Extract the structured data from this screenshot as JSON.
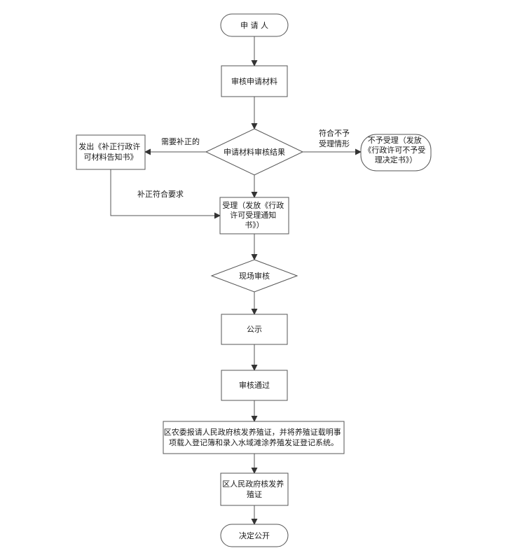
{
  "diagram": {
    "nodes": {
      "applicant": "申 请 人",
      "review_materials": "审核申请材料",
      "review_result": "申请材料审核结果",
      "supplement_notice": [
        "发出《补正行政许",
        "可材料告知书》"
      ],
      "reject": [
        "不予受理（发放",
        "《行政许可不予受",
        "理决定书》）"
      ],
      "accept": [
        "受理（发放《行政",
        "许可受理通知",
        "书》）"
      ],
      "site_review": "现场审核",
      "publicity": "公示",
      "review_passed": "审核通过",
      "district_report": [
        "区农委报请人民政府核发养殖证，并将养殖证载明事",
        "项载入登记簿和录入水域滩涂养殖发证登记系统。"
      ],
      "district_issue": [
        "区人民政府核发养",
        "殖证"
      ],
      "decision_public": "决定公开"
    },
    "edge_labels": {
      "needs_supplement": "需要补正的",
      "not_qualified": [
        "符合不予",
        "受理情形"
      ],
      "supplement_ok": "补正符合要求"
    }
  }
}
